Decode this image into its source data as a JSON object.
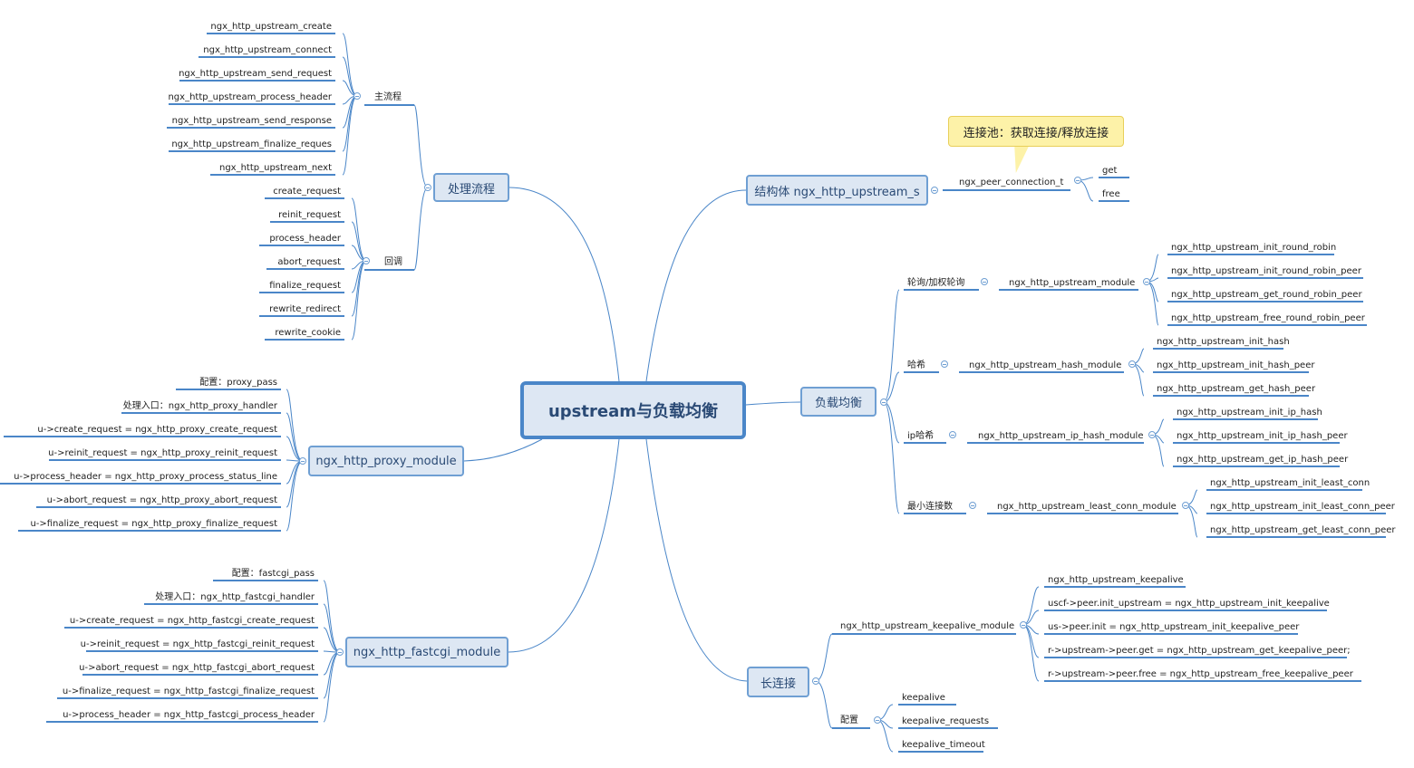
{
  "root": "upstream与负载均衡",
  "processing": {
    "title": "处理流程",
    "main_flow": {
      "label": "主流程",
      "items": [
        "ngx_http_upstream_create",
        "ngx_http_upstream_connect",
        "ngx_http_upstream_send_request",
        "ngx_http_upstream_process_header",
        "ngx_http_upstream_send_response",
        "ngx_http_upstream_finalize_reques",
        "ngx_http_upstream_next"
      ]
    },
    "callbacks": {
      "label": "回调",
      "items": [
        "create_request",
        "reinit_request",
        "process_header",
        "abort_request",
        "finalize_request",
        "rewrite_redirect",
        "rewrite_cookie"
      ]
    }
  },
  "proxy": {
    "title": "ngx_http_proxy_module",
    "items": [
      "配置：proxy_pass",
      "处理入口：ngx_http_proxy_handler",
      "u->create_request = ngx_http_proxy_create_request",
      "u->reinit_request = ngx_http_proxy_reinit_request",
      "u->process_header = ngx_http_proxy_process_status_line",
      "u->abort_request = ngx_http_proxy_abort_request",
      "u->finalize_request = ngx_http_proxy_finalize_request"
    ]
  },
  "fastcgi": {
    "title": "ngx_http_fastcgi_module",
    "items": [
      "配置：fastcgi_pass",
      "处理入口：ngx_http_fastcgi_handler",
      "u->create_request = ngx_http_fastcgi_create_request",
      "u->reinit_request = ngx_http_fastcgi_reinit_request",
      "u->abort_request = ngx_http_fastcgi_abort_request",
      "u->finalize_request = ngx_http_fastcgi_finalize_request",
      "u->process_header = ngx_http_fastcgi_process_header"
    ]
  },
  "struct": {
    "title": "结构体 ngx_http_upstream_s",
    "peer": "ngx_peer_connection_t",
    "callout": "连接池：获取连接/释放连接",
    "items": [
      "get",
      "free"
    ]
  },
  "lb": {
    "title": "负载均衡",
    "groups": [
      {
        "label": "轮询/加权轮询",
        "module": "ngx_http_upstream_module",
        "items": [
          "ngx_http_upstream_init_round_robin",
          "ngx_http_upstream_init_round_robin_peer",
          "ngx_http_upstream_get_round_robin_peer",
          "ngx_http_upstream_free_round_robin_peer"
        ]
      },
      {
        "label": "哈希",
        "module": "ngx_http_upstream_hash_module",
        "items": [
          "ngx_http_upstream_init_hash",
          "ngx_http_upstream_init_hash_peer",
          "ngx_http_upstream_get_hash_peer"
        ]
      },
      {
        "label": "ip哈希",
        "module": "ngx_http_upstream_ip_hash_module",
        "items": [
          "ngx_http_upstream_init_ip_hash",
          "ngx_http_upstream_init_ip_hash_peer",
          "ngx_http_upstream_get_ip_hash_peer"
        ]
      },
      {
        "label": "最小连接数",
        "module": "ngx_http_upstream_least_conn_module",
        "items": [
          "ngx_http_upstream_init_least_conn",
          "ngx_http_upstream_init_least_conn_peer",
          "ngx_http_upstream_get_least_conn_peer"
        ]
      }
    ]
  },
  "keepalive": {
    "title": "长连接",
    "module": "ngx_http_upstream_keepalive_module",
    "module_items": [
      "ngx_http_upstream_keepalive",
      "uscf->peer.init_upstream = ngx_http_upstream_init_keepalive",
      "us->peer.init = ngx_http_upstream_init_keepalive_peer",
      "r->upstream->peer.get = ngx_http_upstream_get_keepalive_peer;",
      "r->upstream->peer.free = ngx_http_upstream_free_keepalive_peer"
    ],
    "config_label": "配置",
    "config_items": [
      "keepalive",
      "keepalive_requests",
      "keepalive_timeout"
    ]
  }
}
